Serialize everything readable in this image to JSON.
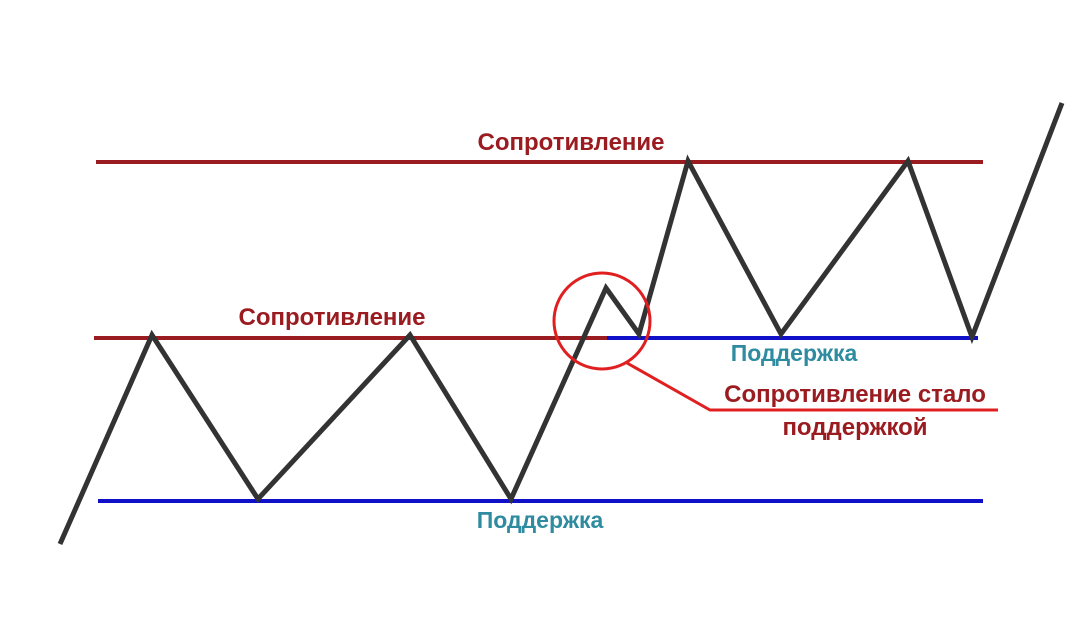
{
  "labels": {
    "resistance_top": "Сопротивление",
    "resistance_mid": "Сопротивление",
    "support_mid": "Поддержка",
    "support_bottom": "Поддержка",
    "callout_line1": "Сопротивление стало",
    "callout_line2": "поддержкой"
  },
  "colors": {
    "resistance": "#9b1c20",
    "support": "#1010c8",
    "support_label": "#2e8ba0",
    "price_line": "#333333",
    "highlight": "#e02020",
    "callout_text": "#9b1c20"
  }
}
